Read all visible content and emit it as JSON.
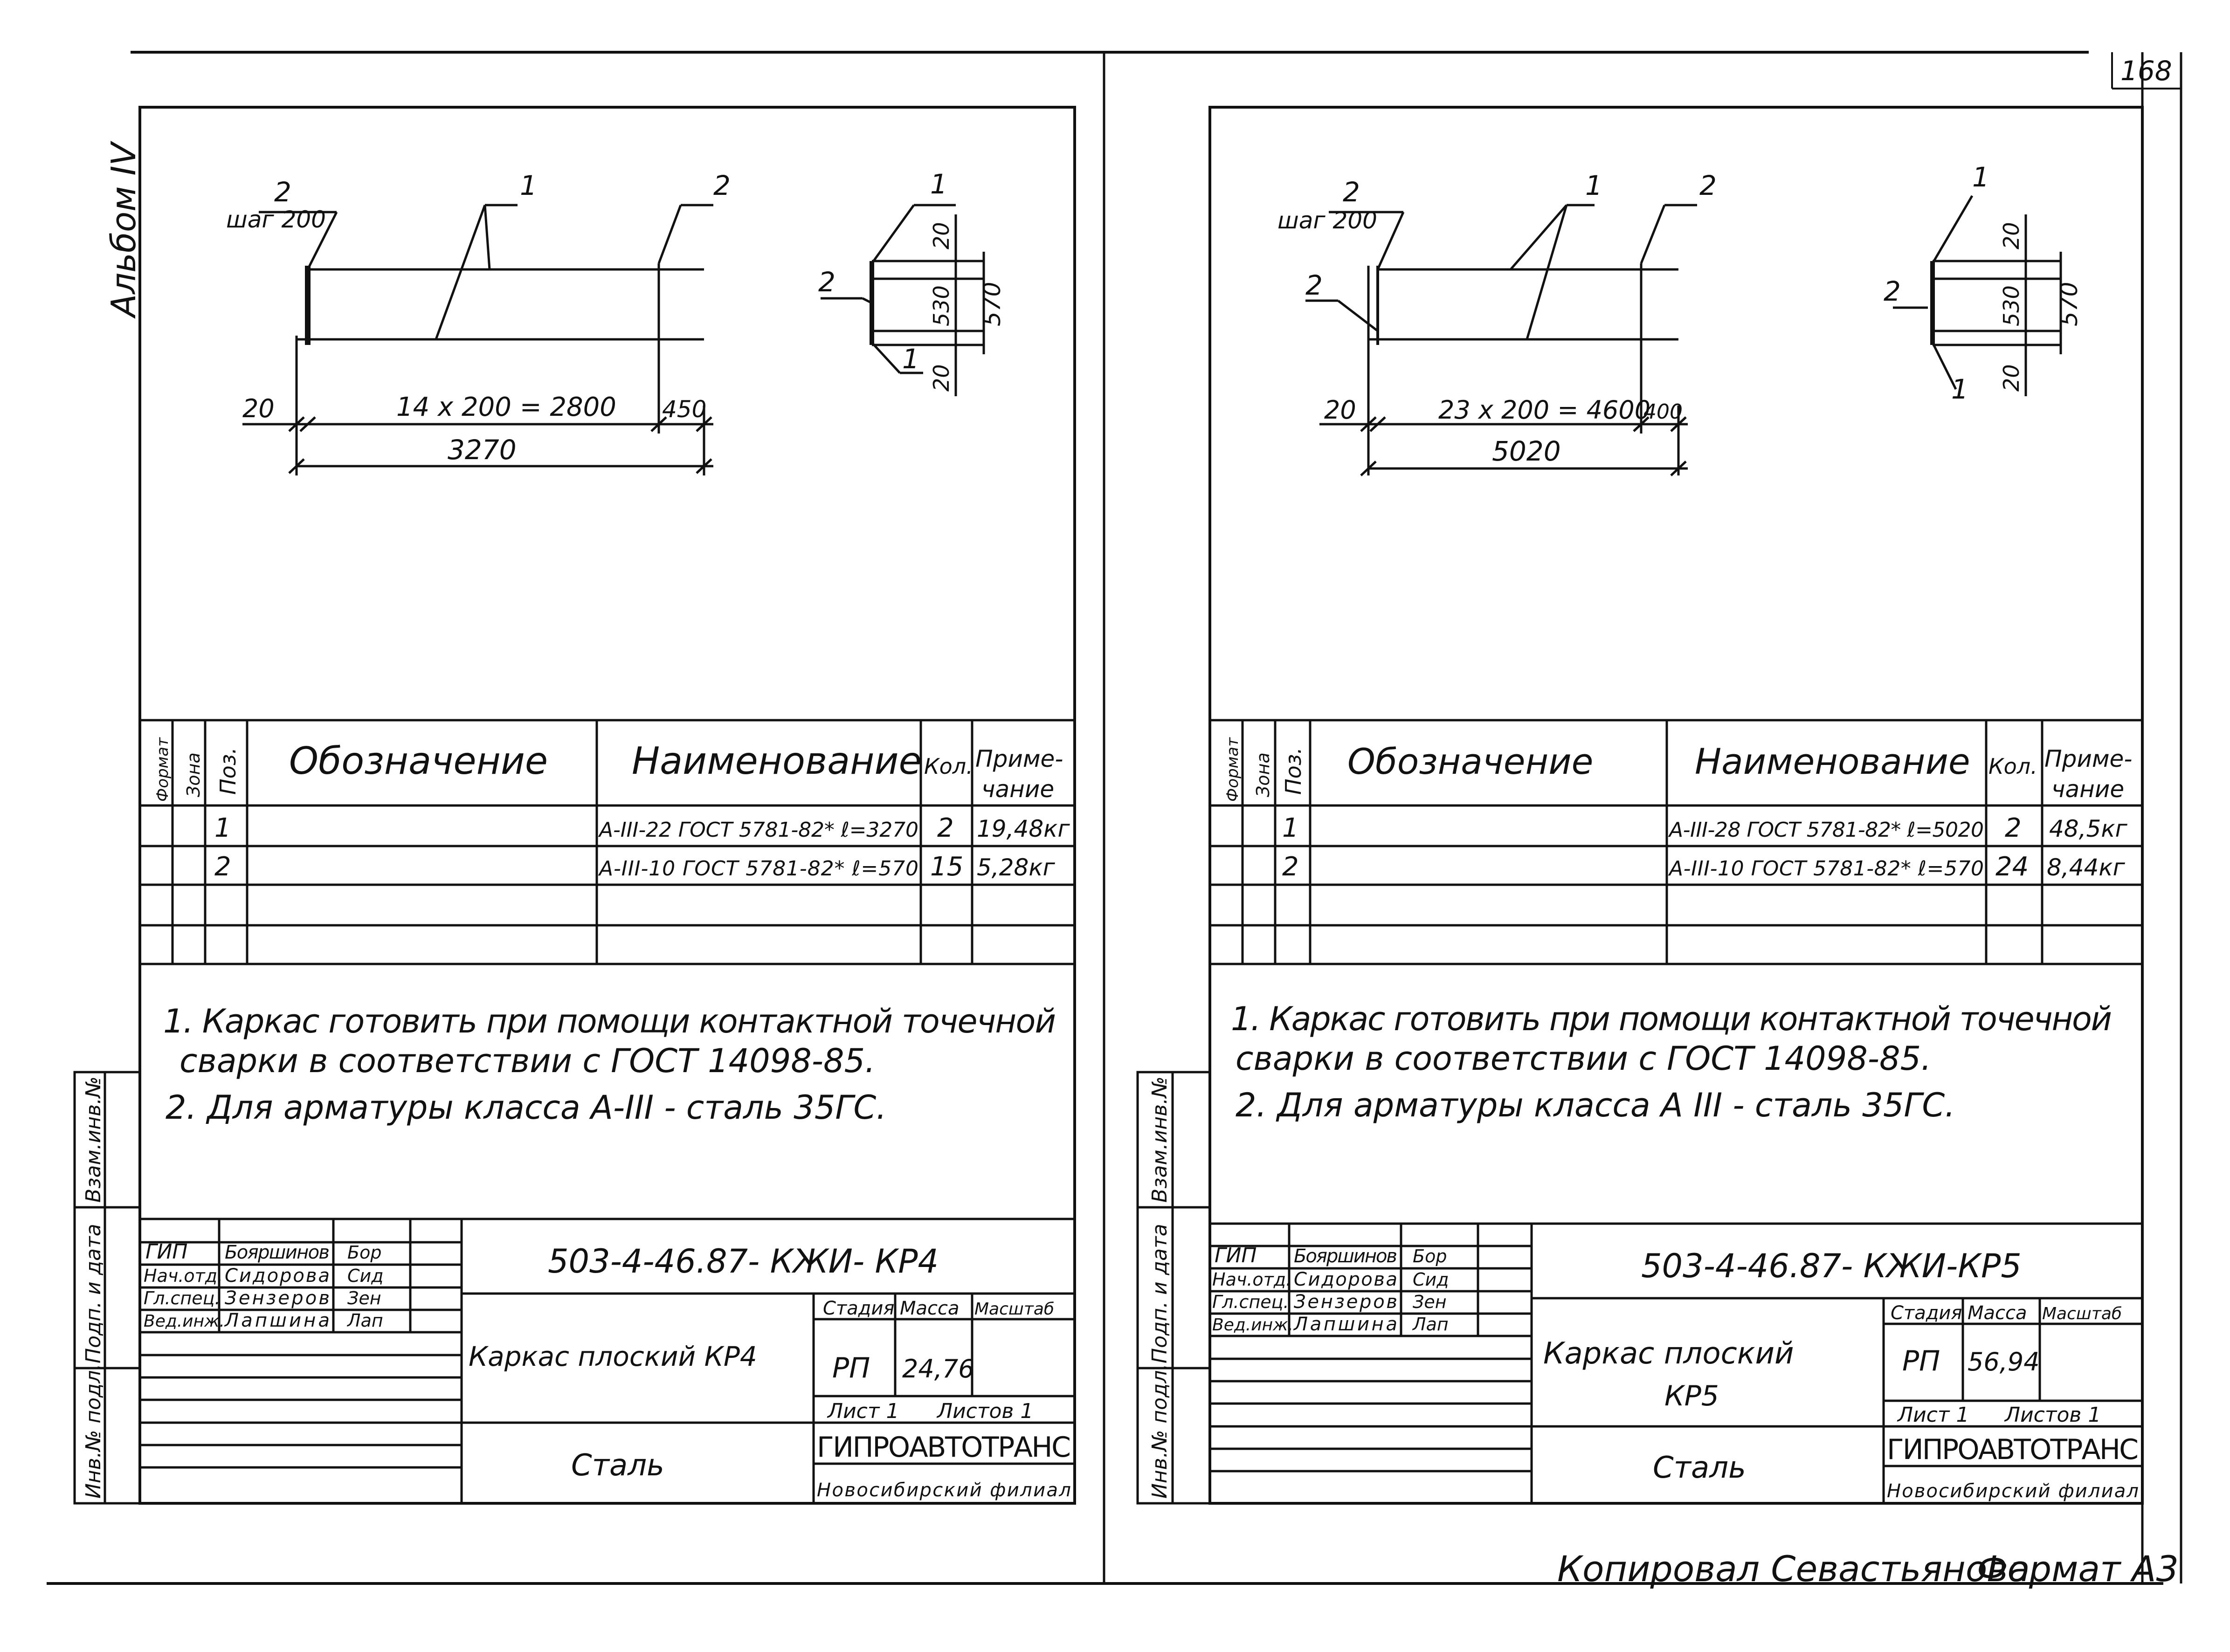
{
  "page": {
    "number": "168",
    "album_label": "Альбом IV",
    "footer_copied": "Копировал Севастьянова",
    "footer_format": "Формат А3"
  },
  "side_stamp": {
    "vzam_inv": "Взам.инв.№",
    "podp_data": "Подп. и дата",
    "inv_podl": "Инв.№ подл."
  },
  "spec_headers": {
    "format": "Формат",
    "zona": "Зона",
    "poz": "Поз.",
    "designation": "Обозначение",
    "name": "Наименование",
    "qty": "Кол.",
    "note_line1": "Приме-",
    "note_line2": "чание"
  },
  "title_block": {
    "roles": [
      "ГИП",
      "Нач.отд.",
      "Гл.спец.",
      "Вед.инж."
    ],
    "persons": [
      "Бояршинов",
      "Сидорова",
      "Зензеров",
      "Лапшина"
    ],
    "signatures": [
      "Бор",
      "Сид",
      "Зен",
      "Лап"
    ],
    "stage_label": "Стадия",
    "mass_label": "Масса",
    "scale_label": "Масштаб",
    "sheet_label": "Лист 1",
    "sheets_label": "Листов 1",
    "material": "Сталь",
    "org": "ГИПРОАВТОТРАНС",
    "branch": "Новосибирский филиал"
  },
  "sheets": [
    {
      "id": "kp4",
      "drawing": {
        "callout_1": "1",
        "callout_2_left": "2",
        "callout_2_right": "2",
        "step_label": "шаг 200",
        "dim_left": "20",
        "dim_mid": "14 х 200 = 2800",
        "dim_right": "450",
        "dim_total": "3270",
        "section_callout_1_top": "1",
        "section_callout_1_bottom": "1",
        "section_callout_2": "2",
        "section_dim_20_top": "20",
        "section_dim_530": "530",
        "section_dim_20_bottom": "20",
        "section_dim_570": "570"
      },
      "spec_rows": [
        {
          "poz": "1",
          "designation": "",
          "name": "А-III-22 ГОСТ 5781-82* ℓ=3270",
          "qty": "2",
          "note": "19,48кг"
        },
        {
          "poz": "2",
          "designation": "",
          "name": "А-III-10 ГОСТ 5781-82* ℓ=570",
          "qty": "15",
          "note": "5,28кг"
        }
      ],
      "notes": [
        "1. Каркас готовить при помощи контактной точечной",
        "сварки в соответствии с ГОСТ 14098-85.",
        "2. Для арматуры класса А-III - сталь 35ГС."
      ],
      "code": "503-4-46.87- КЖИ- КР4",
      "title": "Каркас плоский КР4",
      "stage": "РП",
      "mass": "24,76"
    },
    {
      "id": "kp5",
      "drawing": {
        "callout_1": "1",
        "callout_2_left": "2",
        "callout_2_right": "2",
        "callout_2_extra": "2",
        "step_label": "шаг 200",
        "dim_left": "20",
        "dim_mid": "23 х 200 = 4600",
        "dim_right": "400",
        "dim_total": "5020",
        "section_callout_1_top": "1",
        "section_callout_1_bottom": "1",
        "section_callout_2": "2",
        "section_dim_20_top": "20",
        "section_dim_530": "530",
        "section_dim_20_bottom": "20",
        "section_dim_570": "570"
      },
      "spec_rows": [
        {
          "poz": "1",
          "designation": "",
          "name": "А-III-28 ГОСТ 5781-82* ℓ=5020",
          "qty": "2",
          "note": "48,5кг"
        },
        {
          "poz": "2",
          "designation": "",
          "name": "А-III-10 ГОСТ 5781-82* ℓ=570",
          "qty": "24",
          "note": "8,44кг"
        }
      ],
      "notes": [
        "1. Каркас готовить при помощи контактной точечной",
        "сварки в соответствии с ГОСТ 14098-85.",
        "2. Для арматуры класса А III - сталь 35ГС."
      ],
      "code": "503-4-46.87- КЖИ-КР5",
      "title_line1": "Каркас плоский",
      "title_line2": "КР5",
      "stage": "РП",
      "mass": "56,94"
    }
  ]
}
